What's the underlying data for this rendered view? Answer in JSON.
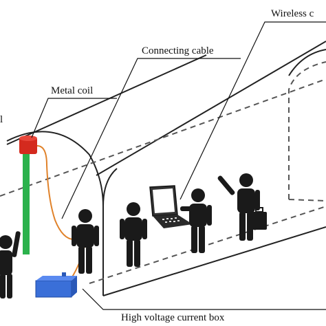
{
  "labels": {
    "wireless": "Wireless c",
    "connecting_cable": "Connecting cable",
    "metal_coil": "Metal coil",
    "left_fragment": "l",
    "current_box": "High voltage current box"
  },
  "colors": {
    "line": "#222222",
    "dashed": "#555555",
    "coil": "#d42a1e",
    "rod": "#2bb24c",
    "cable": "#e0822a",
    "box": "#3a6fd8",
    "person": "#1a1a1a"
  }
}
